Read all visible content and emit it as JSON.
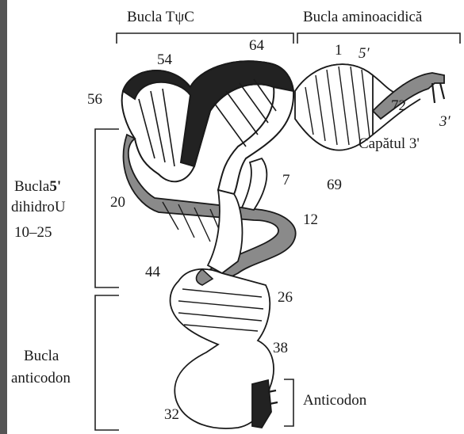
{
  "labels": {
    "loop_tpsic": "Bucla TψC",
    "loop_amino": "Bucla aminoacidică",
    "loop_dihydro_a": "Bucla",
    "loop_dihydro_b": "5'",
    "loop_dihydro_c": "dihidroU",
    "loop_dihydro_range": "10–25",
    "loop_anticodon_a": "Bucla",
    "loop_anticodon_b": "anticodon",
    "anticodon": "Anticodon",
    "end_3prime": "Capătul 3'",
    "prime_5": "5′",
    "prime_3": "3′"
  },
  "numbers": {
    "n1": "1",
    "n7": "7",
    "n12": "12",
    "n20": "20",
    "n26": "26",
    "n32": "32",
    "n38": "38",
    "n44": "44",
    "n54": "54",
    "n56": "56",
    "n64": "64",
    "n69": "69",
    "n72": "72"
  },
  "colors": {
    "dark_strand": "#222222",
    "grey_strand": "#8a8a8a",
    "white_strand": "#ffffff",
    "outline": "#1a1a1a"
  }
}
